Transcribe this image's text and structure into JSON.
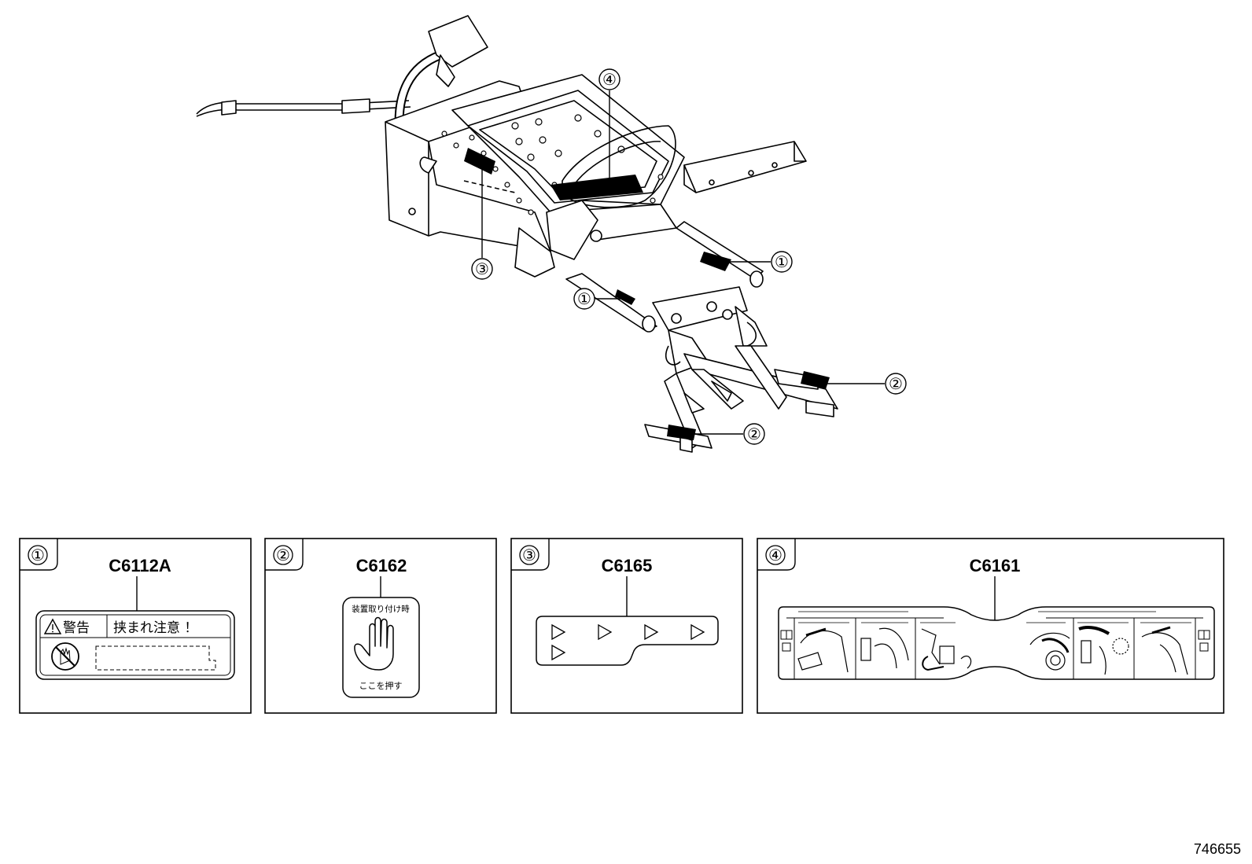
{
  "diagram_id": "746655",
  "callouts": [
    {
      "num": "①"
    },
    {
      "num": "②"
    },
    {
      "num": "③"
    },
    {
      "num": "④"
    }
  ],
  "panels": [
    {
      "num": "①",
      "code": "C6112A",
      "warning_title": "警告",
      "warning_text": "挟まれ注意 ！"
    },
    {
      "num": "②",
      "code": "C6162",
      "top_text": "装置取り付け時",
      "bottom_text": "ここを押す"
    },
    {
      "num": "③",
      "code": "C6165"
    },
    {
      "num": "④",
      "code": "C6161"
    }
  ]
}
